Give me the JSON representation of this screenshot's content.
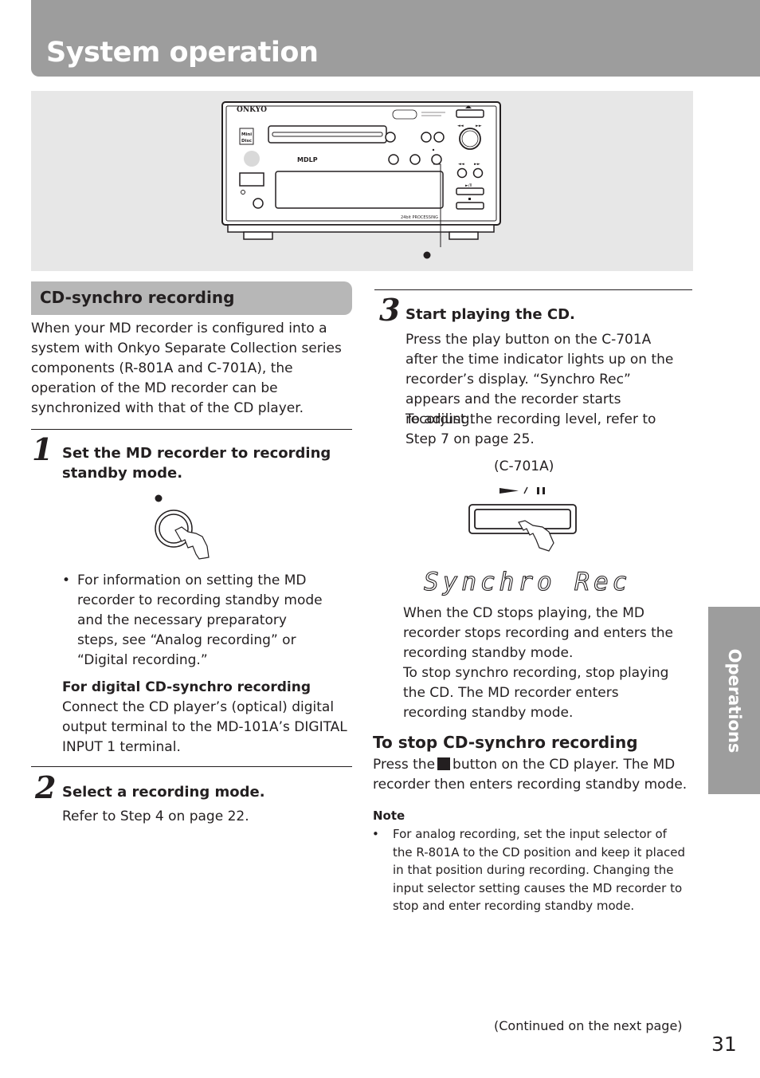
{
  "header": {
    "title": "System operation"
  },
  "device": {
    "brand": "ONKYO",
    "md_logo": "MDLP",
    "disc_logo_line1": "Mini",
    "disc_logo_line2": "Disc",
    "processing": "24bit PROCESSING"
  },
  "section": {
    "title": "CD-synchro recording",
    "intro": "When your MD recorder is configured into a system with Onkyo Separate Collection series components (R-801A and C-701A), the operation of the MD recorder can be synchronized with that of the CD player."
  },
  "step1": {
    "number": "1",
    "heading_line1": "Set the MD recorder to recording",
    "heading_line2": "standby mode.",
    "bullet": "For information on setting the MD recorder to recording standby mode and the necessary preparatory steps, see “Analog recording” or “Digital recording.”",
    "subhead": "For digital CD-synchro recording",
    "subtext": "Connect the CD player’s (optical) digital output terminal to the MD-101A’s DIGITAL INPUT 1 terminal."
  },
  "step2": {
    "number": "2",
    "heading": "Select a recording mode.",
    "text": "Refer to Step 4 on page 22."
  },
  "step3": {
    "number": "3",
    "heading": "Start playing the CD.",
    "text1": "Press the play button on the C-701A after the time indicator lights up on the recorder’s display. “Synchro Rec” appears and the recorder starts recording.",
    "text2": "To adjust the recording level, refer to Step 7 on page 25.",
    "figure_label": "(C-701A)",
    "display": "Synchro Rec",
    "text3": "When the CD stops playing, the MD recorder stops recording and enters the recording standby mode.",
    "text4": "To stop synchro recording, stop playing the CD. The MD recorder enters recording standby mode."
  },
  "stop_section": {
    "heading": "To stop CD-synchro recording",
    "text_before": "Press the",
    "text_after": "button on the CD player. The MD recorder then enters recording standby mode."
  },
  "note": {
    "heading": "Note",
    "text": "For analog recording, set the input selector of the R-801A to the CD position and keep it placed in that position during recording. Changing the input selector setting causes the MD recorder to stop and enter recording standby mode."
  },
  "side_tab": {
    "label": "Operations"
  },
  "footer": {
    "continued": "(Continued on the next page)",
    "page_number": "31"
  }
}
